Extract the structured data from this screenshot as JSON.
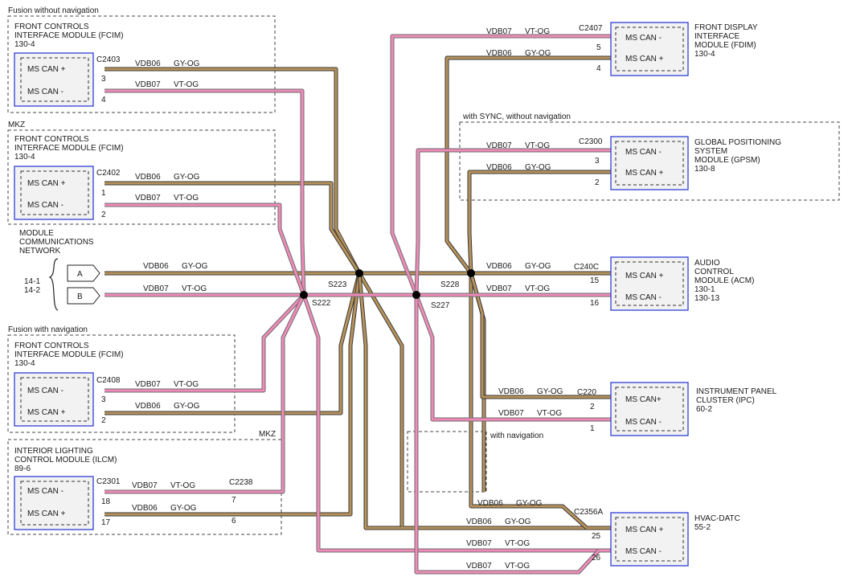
{
  "colors": {
    "gyog_fill": "#b7925a",
    "gyog_edge": "#3a3a3a",
    "vtog_fill": "#f08ab8",
    "vtog_edge": "#6e6e6e",
    "module_border": "#2f3fd6",
    "module_fill": "#f2f2f2",
    "splice": "#000000"
  },
  "groups": {
    "fusion_no_nav": "Fusion without navigation",
    "mkz_top": "MKZ",
    "fusion_nav": "Fusion with navigation",
    "mkz_ilcm": "MKZ",
    "sync_no_nav": "with SYNC, without navigation",
    "with_nav": "with navigation"
  },
  "left_modules": [
    {
      "name": [
        "FRONT CONTROLS",
        "INTERFACE MODULE (FCIM)",
        "130-4"
      ],
      "connector": "C2403",
      "pins": [
        {
          "label": "MS CAN +",
          "num": "3",
          "circuit": "VDB06",
          "color": "GY-OG"
        },
        {
          "label": "MS CAN -",
          "num": "4",
          "circuit": "VDB07",
          "color": "VT-OG"
        }
      ]
    },
    {
      "name": [
        "FRONT CONTROLS",
        "INTERFACE MODULE (FCIM)",
        "130-4"
      ],
      "connector": "C2402",
      "pins": [
        {
          "label": "MS CAN +",
          "num": "1",
          "circuit": "VDB06",
          "color": "GY-OG"
        },
        {
          "label": "MS CAN -",
          "num": "2",
          "circuit": "VDB07",
          "color": "VT-OG"
        }
      ]
    },
    {
      "name": [
        "FRONT CONTROLS",
        "INTERFACE MODULE (FCIM)",
        "130-4"
      ],
      "connector": "C2408",
      "pins": [
        {
          "label": "MS CAN -",
          "num": "3",
          "circuit": "VDB07",
          "color": "VT-OG"
        },
        {
          "label": "MS CAN +",
          "num": "2",
          "circuit": "VDB06",
          "color": "GY-OG"
        }
      ]
    },
    {
      "name": [
        "INTERIOR LIGHTING",
        "CONTROL MODULE (ILCM)",
        "89-6"
      ],
      "connector": "C2301",
      "pins": [
        {
          "label": "MS CAN -",
          "num": "18",
          "circuit": "VDB07",
          "color": "VT-OG"
        },
        {
          "label": "MS CAN +",
          "num": "17",
          "circuit": "VDB06",
          "color": "GY-OG"
        }
      ]
    }
  ],
  "inline_connector": {
    "name": "C2238",
    "pins": [
      "7",
      "6"
    ]
  },
  "network": {
    "title": [
      "MODULE",
      "COMMUNICATIONS",
      "NETWORK"
    ],
    "refs": [
      "14-1",
      "14-2"
    ],
    "lines": [
      {
        "tag": "A",
        "circuit": "VDB06",
        "color": "GY-OG"
      },
      {
        "tag": "B",
        "circuit": "VDB07",
        "color": "VT-OG"
      }
    ]
  },
  "splices": [
    "S222",
    "S223",
    "S227",
    "S228"
  ],
  "right_modules": [
    {
      "name": [
        "FRONT DISPLAY",
        "INTERFACE",
        "MODULE (FDIM)",
        "130-4"
      ],
      "connector": "C2407",
      "pins": [
        {
          "label": "MS CAN -",
          "num": "5",
          "circuit": "VDB07",
          "color": "VT-OG"
        },
        {
          "label": "MS CAN +",
          "num": "4",
          "circuit": "VDB06",
          "color": "GY-OG"
        }
      ]
    },
    {
      "name": [
        "GLOBAL POSITIONING",
        "SYSTEM",
        "MODULE (GPSM)",
        "130-8"
      ],
      "connector": "C2300",
      "pins": [
        {
          "label": "MS CAN -",
          "num": "3",
          "circuit": "VDB07",
          "color": "VT-OG"
        },
        {
          "label": "MS CAN +",
          "num": "2",
          "circuit": "VDB06",
          "color": "GY-OG"
        }
      ]
    },
    {
      "name": [
        "AUDIO",
        "CONTROL",
        "MODULE (ACM)",
        "130-1",
        "130-13"
      ],
      "connector": "C240C",
      "pins": [
        {
          "label": "MS CAN +",
          "num": "15",
          "circuit": "VDB06",
          "color": "GY-OG"
        },
        {
          "label": "MS CAN -",
          "num": "16",
          "circuit": "VDB07",
          "color": "VT-OG"
        }
      ]
    },
    {
      "name": [
        "INSTRUMENT PANEL",
        "CLUSTER (IPC)",
        "60-2"
      ],
      "connector": "C220",
      "pins": [
        {
          "label": "MS CAN+",
          "num": "2",
          "circuit": "VDB06",
          "color": "GY-OG"
        },
        {
          "label": "MS CAN -",
          "num": "1",
          "circuit": "VDB07",
          "color": "VT-OG"
        }
      ]
    },
    {
      "name": [
        "HVAC-DATC",
        "55-2"
      ],
      "connector": "C2356A",
      "pins": [
        {
          "label": "MS CAN +",
          "num": "25",
          "circuit": "VDB06",
          "color": "GY-OG"
        },
        {
          "label": "MS CAN -",
          "num": "26",
          "circuit": "VDB07",
          "color": "VT-OG"
        }
      ]
    }
  ],
  "hvac_extra": [
    {
      "circuit": "VDB06",
      "color": "GY-OG"
    },
    {
      "circuit": "VDB07",
      "color": "VT-OG"
    },
    {
      "circuit": "VDB07",
      "color": "VT-OG"
    }
  ]
}
